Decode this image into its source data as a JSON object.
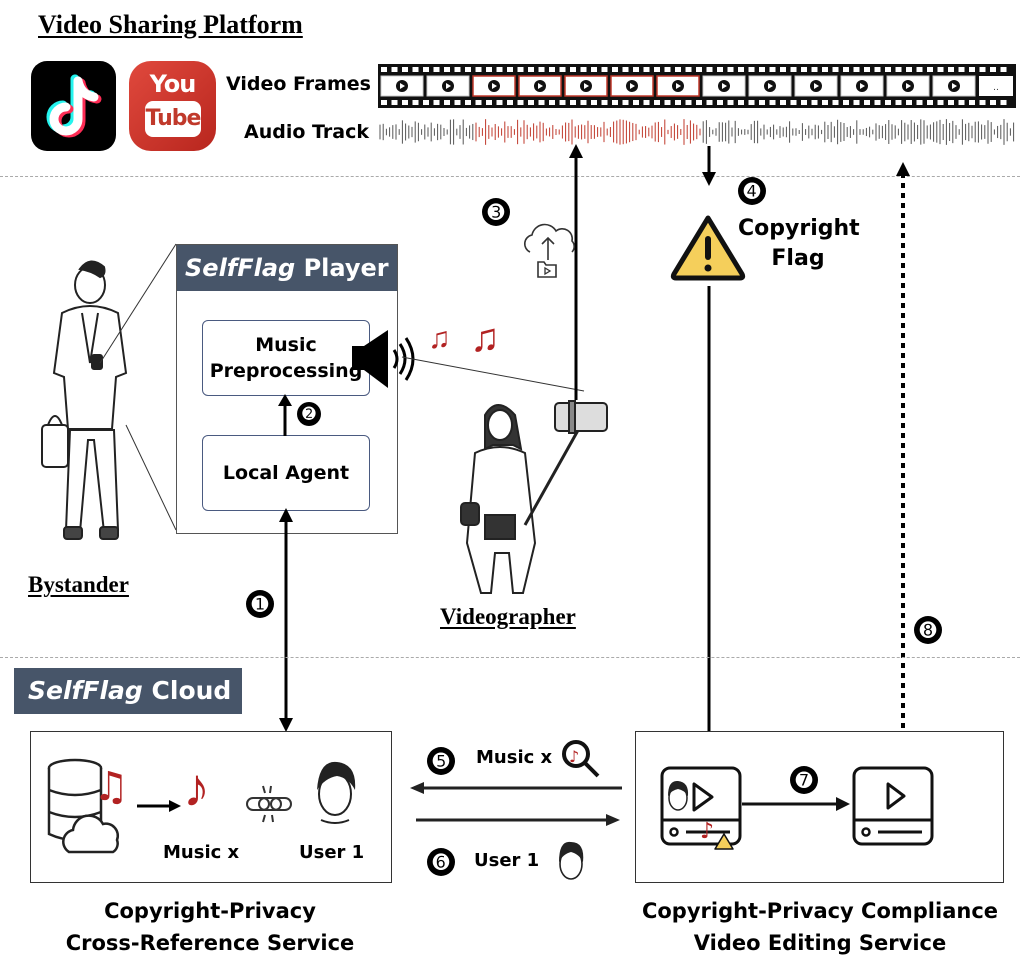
{
  "platform": {
    "title": "Video Sharing Platform",
    "apps": [
      {
        "name": "TikTok",
        "icon": "tiktok-logo"
      },
      {
        "name": "YouTube",
        "line1": "You",
        "line2": "Tube",
        "icon": "youtube-logo"
      }
    ],
    "video_frames_label": "Video Frames",
    "audio_track_label": "Audio Track",
    "frame_count": 13,
    "highlighted_frames": [
      3,
      4,
      5,
      6,
      7
    ],
    "ellipsis": "..",
    "highlight_color": "#c0392b"
  },
  "player": {
    "title_italic": "SelfFlag",
    "title_rest": " Player",
    "music_box": {
      "line1": "Music",
      "line2": "Preprocessing"
    },
    "agent_box": "Local Agent"
  },
  "actors": {
    "bystander": "Bystander",
    "videographer": "Videographer"
  },
  "flag": {
    "line1": "Copyright",
    "line2": "Flag"
  },
  "cloud": {
    "title_italic": "SelfFlag",
    "title_rest": " Cloud",
    "music_label": "Music x",
    "user_label": "User 1",
    "caption_line1": "Copyright-Privacy",
    "caption_line2": "Cross-Reference Service"
  },
  "editing": {
    "caption_line1": "Copyright-Privacy Compliance",
    "caption_line2": "Video Editing Service"
  },
  "exchange": {
    "query_label": "Music x",
    "response_label": "User 1"
  },
  "steps": [
    "➊",
    "➋",
    "➌",
    "➍",
    "➎",
    "➏",
    "➐",
    "➑"
  ],
  "colors": {
    "panel_header": "#475569",
    "accent_red": "#b22222",
    "warning_yellow": "#f5cf5b",
    "youtube_red": "#d03a2f"
  }
}
